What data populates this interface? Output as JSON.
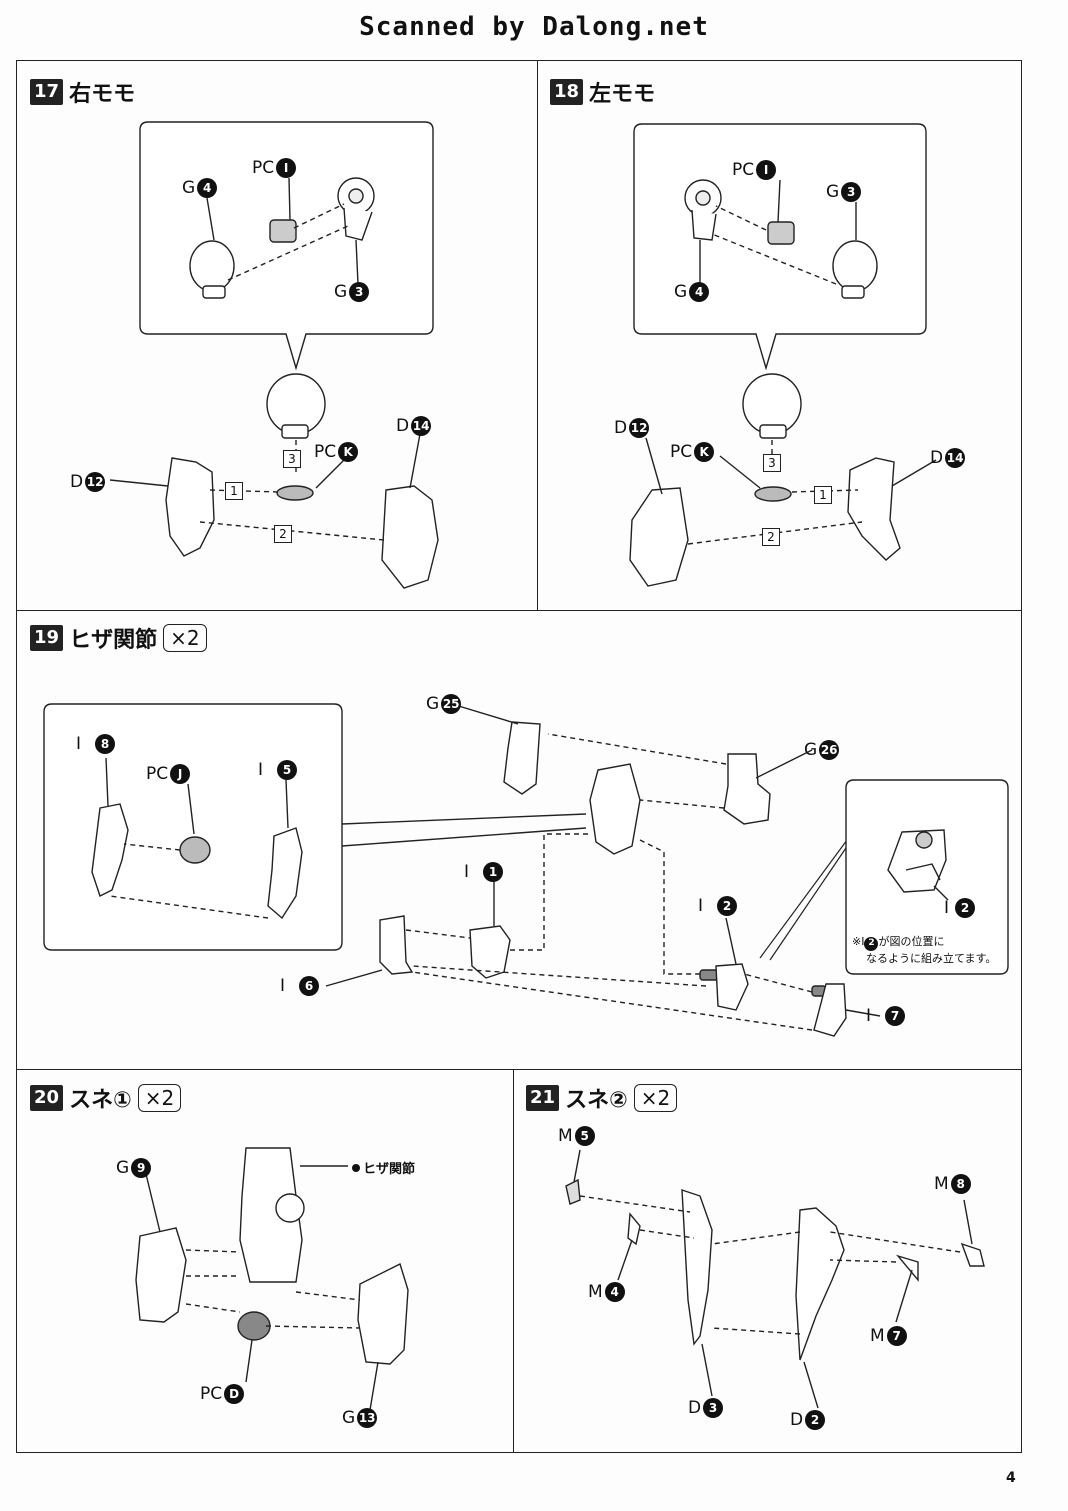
{
  "header": {
    "scan_credit": "Scanned by Dalong.net"
  },
  "page_number": "4",
  "steps": {
    "s17": {
      "num": "17",
      "title": "右モモ"
    },
    "s18": {
      "num": "18",
      "title": "左モモ"
    },
    "s19": {
      "num": "19",
      "title": "ヒザ関節",
      "mult": "×2"
    },
    "s20": {
      "num": "20",
      "title": "スネ①",
      "mult": "×2"
    },
    "s21": {
      "num": "21",
      "title": "スネ②",
      "mult": "×2"
    }
  },
  "parts": {
    "s17": [
      {
        "runner": "G",
        "num": "4"
      },
      {
        "runner": "PC",
        "num": "I"
      },
      {
        "runner": "G",
        "num": "3"
      },
      {
        "runner": "PC",
        "num": "K"
      },
      {
        "runner": "D",
        "num": "14"
      },
      {
        "runner": "D",
        "num": "12"
      }
    ],
    "s18": [
      {
        "runner": "PC",
        "num": "I"
      },
      {
        "runner": "G",
        "num": "3"
      },
      {
        "runner": "G",
        "num": "4"
      },
      {
        "runner": "D",
        "num": "12"
      },
      {
        "runner": "PC",
        "num": "K"
      },
      {
        "runner": "D",
        "num": "14"
      }
    ],
    "s19": [
      {
        "runner": "I",
        "num": "8"
      },
      {
        "runner": "PC",
        "num": "J"
      },
      {
        "runner": "I",
        "num": "5"
      },
      {
        "runner": "G",
        "num": "25"
      },
      {
        "runner": "G",
        "num": "26"
      },
      {
        "runner": "I",
        "num": "1"
      },
      {
        "runner": "I",
        "num": "2"
      },
      {
        "runner": "I",
        "num": "6"
      },
      {
        "runner": "I",
        "num": "7"
      },
      {
        "runner": "I",
        "num": "2"
      }
    ],
    "s20": [
      {
        "runner": "G",
        "num": "9"
      },
      {
        "runner": "PC",
        "num": "D"
      },
      {
        "runner": "G",
        "num": "13"
      }
    ],
    "s21": [
      {
        "runner": "M",
        "num": "5"
      },
      {
        "runner": "M",
        "num": "8"
      },
      {
        "runner": "M",
        "num": "4"
      },
      {
        "runner": "M",
        "num": "7"
      },
      {
        "runner": "D",
        "num": "3"
      },
      {
        "runner": "D",
        "num": "2"
      }
    ]
  },
  "order_marks": {
    "s17": [
      "3",
      "1",
      "2"
    ],
    "s18": [
      "3",
      "1",
      "2"
    ]
  },
  "notes": {
    "s19_prefix": "※I",
    "s19_num": "2",
    "s19_text_1": "が図の位置に",
    "s19_text_2": "なるように組み立てます。",
    "s20_callout": "ヒザ関節"
  }
}
